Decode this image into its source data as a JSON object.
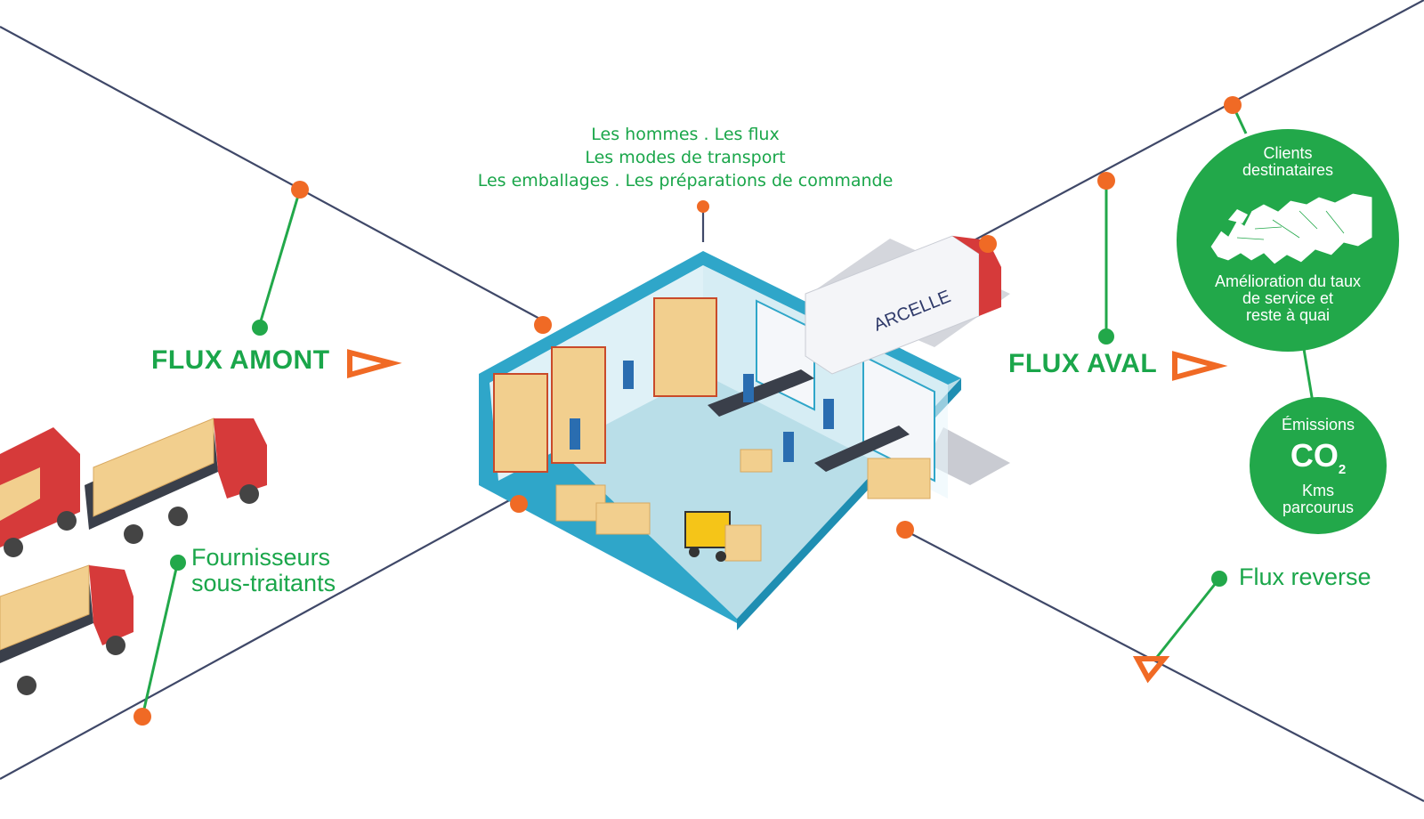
{
  "top_text": {
    "line1": "Les hommes . Les flux",
    "line2": "Les modes de transport",
    "line3": "Les emballages . Les préparations de commande"
  },
  "labels": {
    "flux_amont": "FLUX AMONT",
    "flux_aval": "FLUX AVAL",
    "fournisseurs_line1": "Fournisseurs",
    "fournisseurs_line2": "sous-traitants",
    "flux_reverse": "Flux reverse"
  },
  "circle_clients": {
    "line1": "Clients",
    "line2": "destinataires",
    "line3": "Amélioration du taux",
    "line4": "de service et",
    "line5": "reste à quai"
  },
  "circle_emissions": {
    "line1": "Émissions",
    "co2": "CO",
    "co2_sub": "2",
    "line2": "Kms",
    "line3": "parcourus"
  },
  "truck_brand": "ARCELLE",
  "colors": {
    "accent_green": "#1aa64a",
    "circle_green": "#22a84a",
    "node_orange": "#f06a25",
    "line_navy": "#3f4868",
    "warehouse_blue": "#2fa6c9",
    "floor_light": "#b9dee8",
    "truck_red": "#d63a3a",
    "box_tan": "#f2cf8e"
  },
  "icons": [
    "warehouse-illustration",
    "truck-icon",
    "forklift-icon",
    "europe-map-icon",
    "triangle-arrow-icon"
  ]
}
